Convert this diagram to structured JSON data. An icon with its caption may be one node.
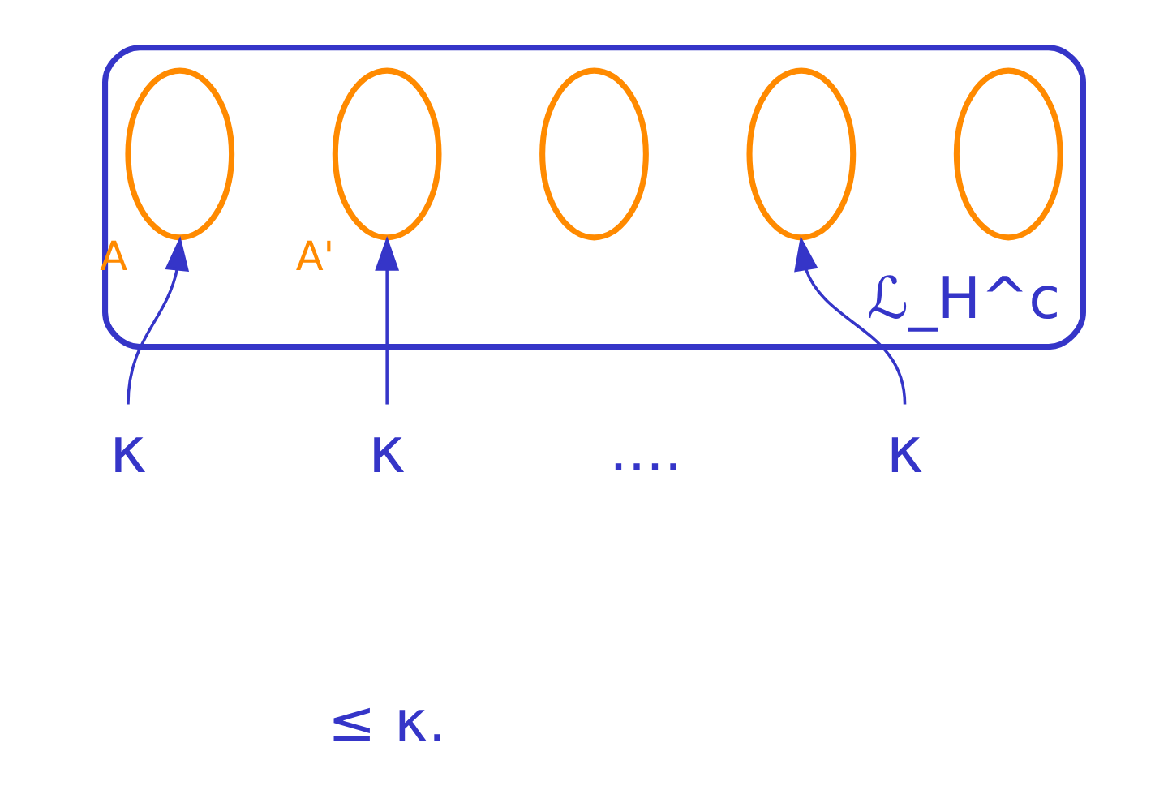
{
  "diagram": {
    "nodes": [
      {
        "text": [
          "ℒ_H^c"
        ]
      },
      {
        "text": [],
        "shape": "circle",
        "in": 0,
        "beside": [
          "A"
        ]
      },
      {
        "text": [],
        "shape": "circle",
        "in": 0,
        "beside": [
          "A'"
        ]
      },
      {
        "text": [],
        "shape": "circle",
        "in": 0
      },
      {
        "text": [],
        "shape": "circle",
        "in": 0
      },
      {
        "text": [],
        "shape": "circle",
        "in": 0
      },
      {
        "text": [
          "κ"
        ]
      },
      {
        "text": [
          "κ"
        ]
      },
      {
        "text": [
          "κ"
        ]
      }
    ],
    "edges": [
      {
        "from": 6,
        "to": 1,
        "arrow": "to"
      },
      {
        "from": 7,
        "to": 2,
        "arrow": "to"
      },
      {
        "from": 8,
        "to": 4,
        "arrow": "to"
      }
    ],
    "labels": [
      "....",
      "≤ κ."
    ]
  }
}
